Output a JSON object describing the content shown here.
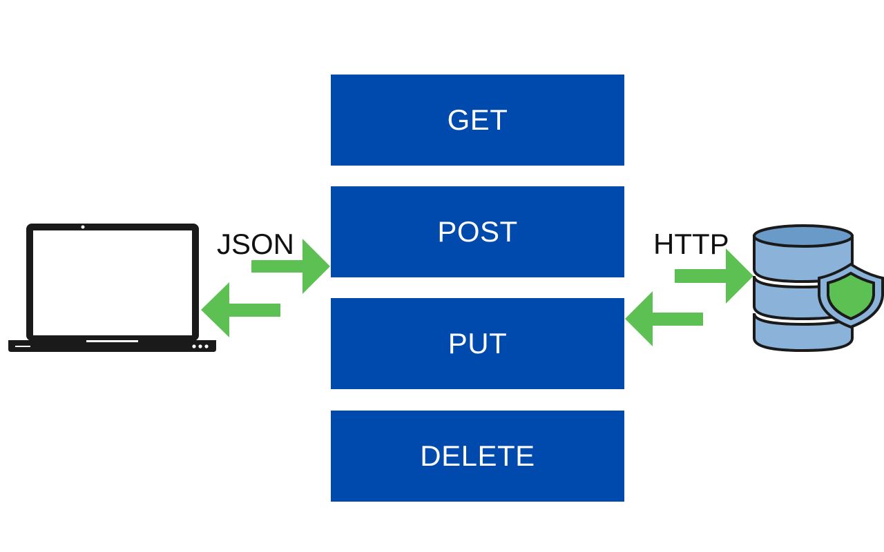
{
  "colors": {
    "method_box": "#004aad",
    "arrow": "#5cc052",
    "device": "#1a1a1a",
    "database_fill": "#8bb3d9",
    "database_top": "#6a9ac7",
    "shield": "#5cc052"
  },
  "methods": [
    {
      "label": "GET"
    },
    {
      "label": "POST"
    },
    {
      "label": "PUT"
    },
    {
      "label": "DELETE"
    }
  ],
  "client": {
    "icon": "laptop-icon",
    "edge_label": "JSON"
  },
  "server": {
    "icon": "secure-database-icon",
    "edge_label": "HTTP"
  }
}
